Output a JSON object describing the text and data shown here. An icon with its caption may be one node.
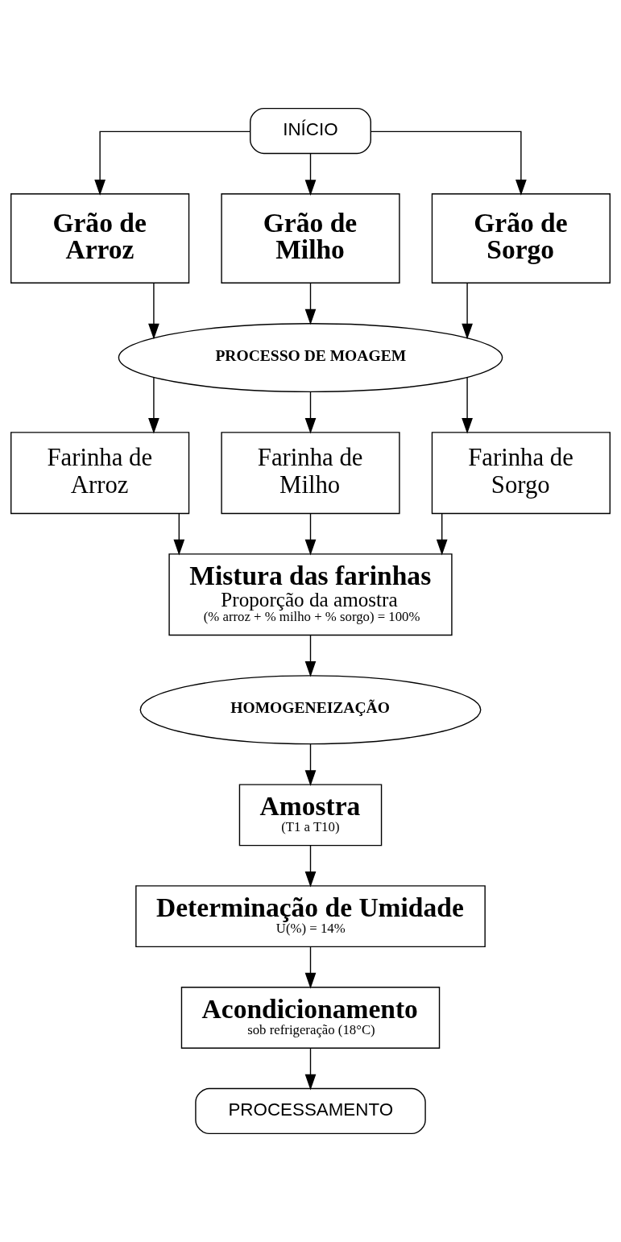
{
  "diagram": {
    "nodes": [
      {
        "text": [
          "INÍCIO"
        ]
      },
      {
        "text": [
          "Grão de Arroz"
        ]
      },
      {
        "text": [
          "Grão de Milho"
        ]
      },
      {
        "text": [
          "Grão de Sorgo"
        ]
      },
      {
        "text": [
          "PROCESSO DE MOAGEM"
        ]
      },
      {
        "text": [
          "Farinha de Arroz"
        ]
      },
      {
        "text": [
          "Farinha de Milho"
        ]
      },
      {
        "text": [
          "Farinha de Sorgo"
        ]
      },
      {
        "text": [
          "Mistura das farinhas",
          "Proporção da amostra",
          "(% arroz + % milho + % sorgo) = 100%"
        ]
      },
      {
        "text": [
          "HOMOGENEIZAÇÃO"
        ]
      },
      {
        "text": [
          "Amostra",
          "(T1 a T10)"
        ]
      },
      {
        "text": [
          "Determinação de Umidade",
          "U(%) = 14%"
        ]
      },
      {
        "text": [
          "Acondicionamento",
          "sob refrigeração (18°C)"
        ]
      },
      {
        "text": [
          "PROCESSAMENTO"
        ]
      }
    ],
    "edges": [
      {
        "from": 0,
        "to": 1,
        "arrow": "to"
      },
      {
        "from": 0,
        "to": 2,
        "arrow": "to"
      },
      {
        "from": 0,
        "to": 3,
        "arrow": "to"
      },
      {
        "from": 1,
        "to": 4,
        "arrow": "to"
      },
      {
        "from": 2,
        "to": 4,
        "arrow": "to"
      },
      {
        "from": 3,
        "to": 4,
        "arrow": "to"
      },
      {
        "from": 4,
        "to": 5,
        "arrow": "to"
      },
      {
        "from": 4,
        "to": 6,
        "arrow": "to"
      },
      {
        "from": 4,
        "to": 7,
        "arrow": "to"
      },
      {
        "from": 5,
        "to": 8,
        "arrow": "to"
      },
      {
        "from": 6,
        "to": 8,
        "arrow": "to"
      },
      {
        "from": 7,
        "to": 8,
        "arrow": "to"
      },
      {
        "from": 8,
        "to": 9,
        "arrow": "to"
      },
      {
        "from": 9,
        "to": 10,
        "arrow": "to"
      },
      {
        "from": 10,
        "to": 11,
        "arrow": "to"
      },
      {
        "from": 11,
        "to": 12,
        "arrow": "to"
      },
      {
        "from": 12,
        "to": 13,
        "arrow": "to"
      }
    ]
  }
}
